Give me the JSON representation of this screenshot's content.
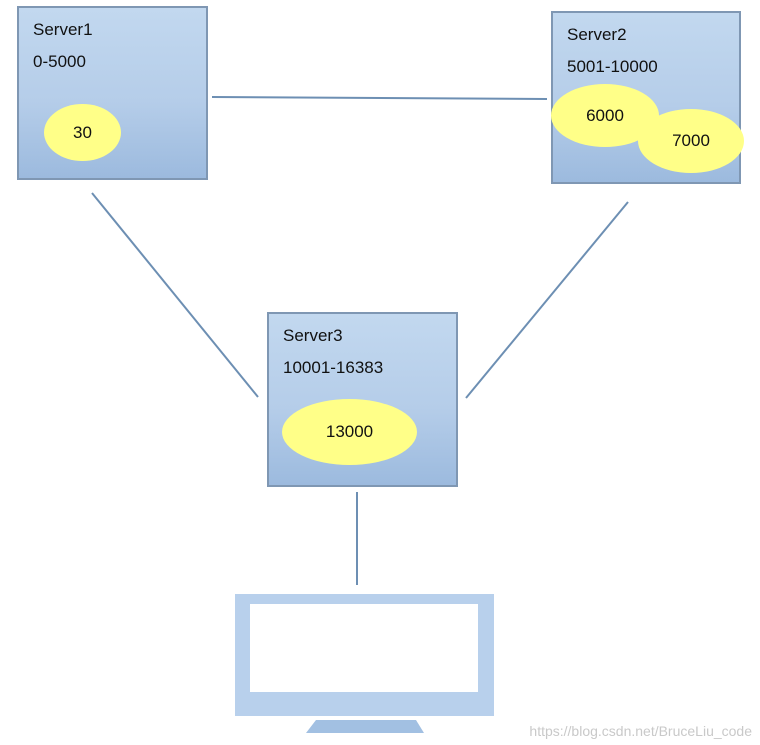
{
  "servers": [
    {
      "name": "Server1",
      "range": "0-5000",
      "slots": [
        "30"
      ]
    },
    {
      "name": "Server2",
      "range": "5001-10000",
      "slots": [
        "6000",
        "7000"
      ]
    },
    {
      "name": "Server3",
      "range": "10001-16383",
      "slots": [
        "13000"
      ]
    }
  ],
  "watermark": "https://blog.csdn.net/BruceLiu_code",
  "colors": {
    "server_fill": "#b5cde9",
    "server_border": "#7f97b3",
    "slot_fill": "#ffff88",
    "link_line": "#6d8fb3",
    "monitor_frame": "#b8d0ec",
    "monitor_screen": "#ffffff",
    "monitor_stand": "#a2c0e2"
  }
}
